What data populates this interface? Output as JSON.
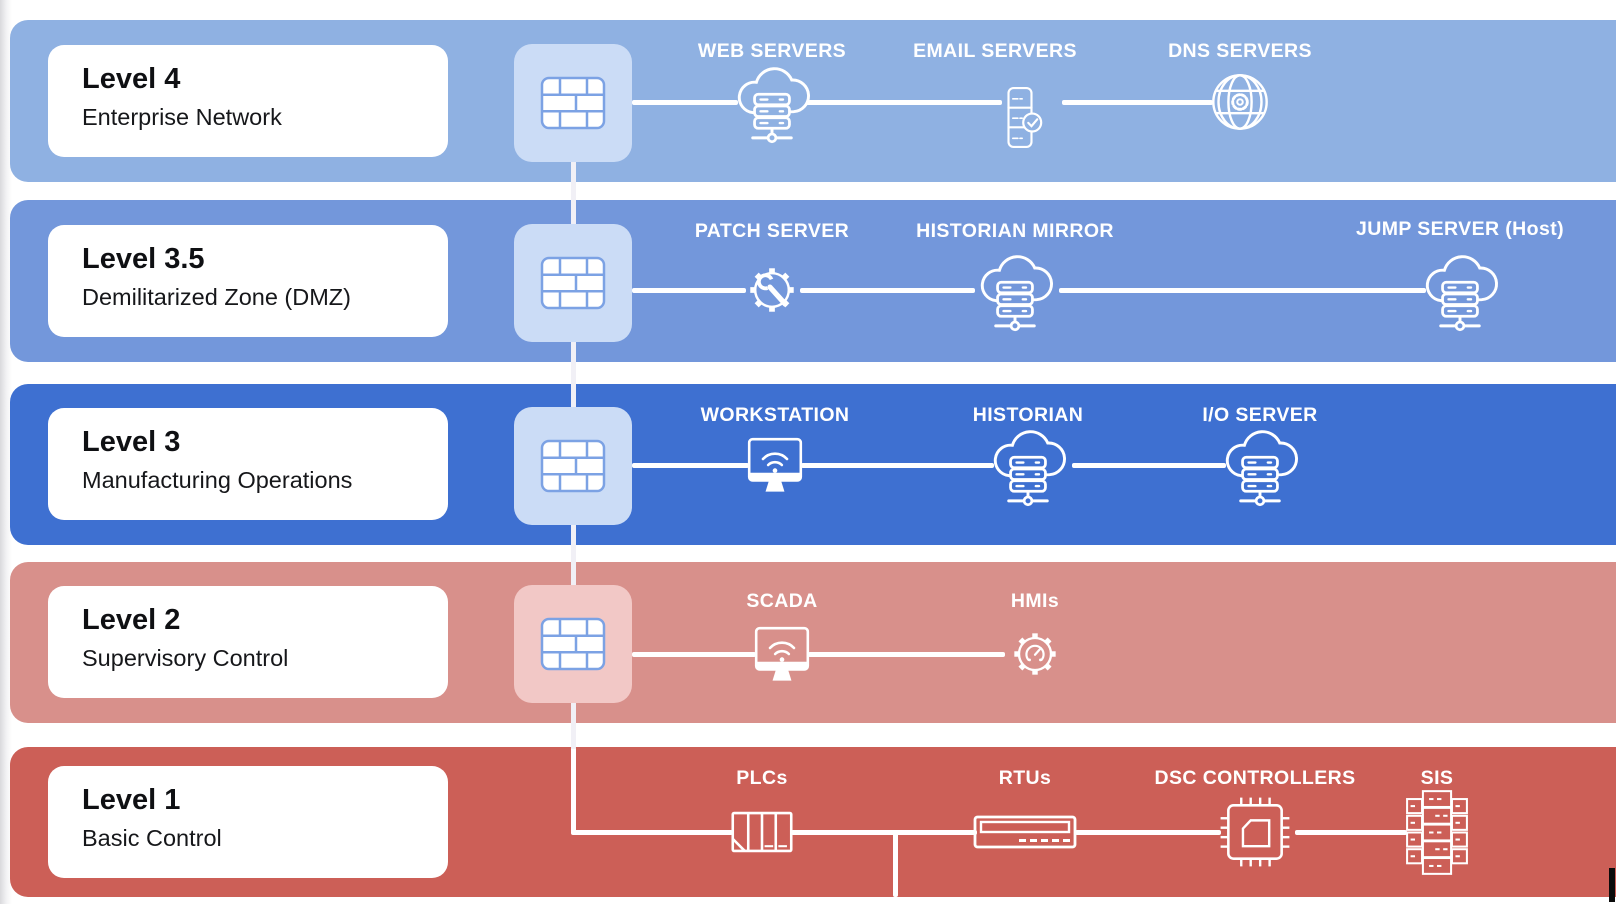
{
  "diagram": {
    "type": "network-architecture-levels",
    "connector_trunk_color": "#F1F0F6",
    "connector_line_color": "#FFFFFF",
    "firewall_icon": "brick-wall",
    "firewall_brick_stroke": "#7CA2E4"
  },
  "levels": [
    {
      "title": "Level 4",
      "subtitle": "Enterprise Network",
      "band_color": "#8FB1E2",
      "firewall_box_color": "#CBDCF6",
      "devices": [
        {
          "label": "WEB SERVERS",
          "icon": "cloud-server"
        },
        {
          "label": "EMAIL SERVERS",
          "icon": "mail-server"
        },
        {
          "label": "DNS SERVERS",
          "icon": "dns-globe"
        }
      ]
    },
    {
      "title": "Level 3.5",
      "subtitle": "Demilitarized Zone (DMZ)",
      "band_color": "#7397DB",
      "firewall_box_color": "#CBDCF6",
      "devices": [
        {
          "label": "PATCH SERVER",
          "icon": "gear-wrench"
        },
        {
          "label": "HISTORIAN MIRROR",
          "icon": "cloud-server"
        },
        {
          "label": "JUMP SERVER (Host)",
          "icon": "cloud-server"
        }
      ]
    },
    {
      "title": "Level 3",
      "subtitle": "Manufacturing Operations",
      "band_color": "#3E70D1",
      "firewall_box_color": "#CBDCF6",
      "devices": [
        {
          "label": "WORKSTATION",
          "icon": "monitor-wifi"
        },
        {
          "label": "HISTORIAN",
          "icon": "cloud-server"
        },
        {
          "label": "I/O SERVER",
          "icon": "cloud-server"
        }
      ]
    },
    {
      "title": "Level 2",
      "subtitle": "Supervisory Control",
      "band_color": "#D8908B",
      "firewall_box_color": "#F2C8C6",
      "devices": [
        {
          "label": "SCADA",
          "icon": "monitor-wifi"
        },
        {
          "label": "HMIs",
          "icon": "gear-gauge"
        }
      ]
    },
    {
      "title": "Level 1",
      "subtitle": "Basic Control",
      "band_color": "#CC5F57",
      "devices": [
        {
          "label": "PLCs",
          "icon": "plc-rack"
        },
        {
          "label": "RTUs",
          "icon": "rtu-device"
        },
        {
          "label": "DSC CONTROLLERS",
          "icon": "chip"
        },
        {
          "label": "SIS",
          "icon": "server-stack"
        }
      ]
    }
  ]
}
